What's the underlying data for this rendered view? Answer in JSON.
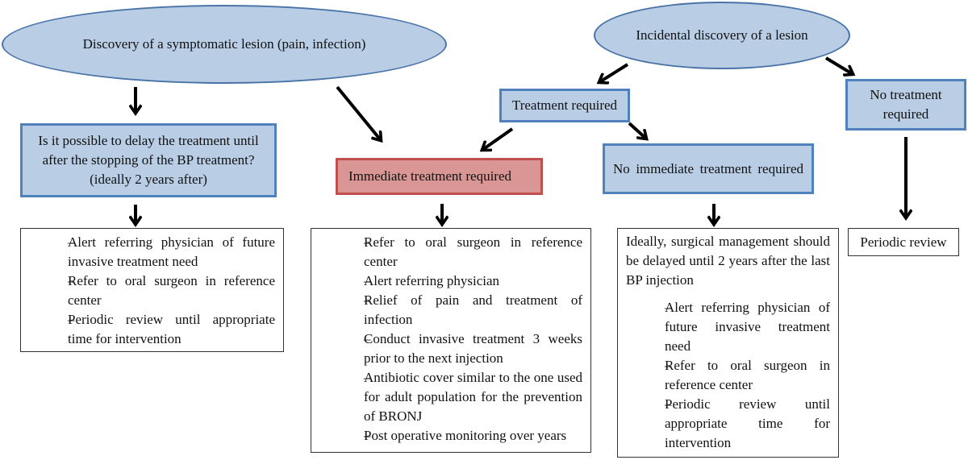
{
  "nodes": {
    "symptomatic": "Discovery of a symptomatic lesion (pain, infection)",
    "incidental": "Incidental discovery of a lesion",
    "treatment_required": "Treatment required",
    "no_treatment_required": "No treatment required",
    "delay_question": "Is it possible to delay the treatment until after the stopping of the BP treatment? (ideally 2 years after)",
    "immediate": "Immediate treatment required",
    "no_immediate": "No immediate treatment required"
  },
  "lists": {
    "delay_actions": [
      "Alert referring physician of future invasive treatment need",
      "Refer to oral surgeon in reference center",
      "Periodic review until appropriate time for intervention"
    ],
    "immediate_actions": [
      "Refer to oral surgeon  in reference center",
      "Alert referring physician",
      "Relief of pain and treatment of infection",
      "Conduct invasive treatment 3 weeks prior to the next injection",
      "Antibiotic cover similar to the one used for adult population for the prevention of BRONJ",
      "Post operative monitoring over years"
    ],
    "no_immediate_intro": "Ideally, surgical management should be delayed until 2 years after the last BP injection",
    "no_immediate_actions": [
      "Alert referring physician of future invasive treatment need",
      "Refer to oral surgeon in reference center",
      "Periodic review until appropriate time for intervention"
    ],
    "periodic_review": "Periodic review"
  },
  "colors": {
    "ellipse_fill": "#b9cde5",
    "ellipse_border": "#4a74a8",
    "box_fill": "#b9cde5",
    "box_border": "#4f81bd",
    "urgent_fill": "#da9694",
    "urgent_border": "#c0504d",
    "arrow": "#000000"
  }
}
